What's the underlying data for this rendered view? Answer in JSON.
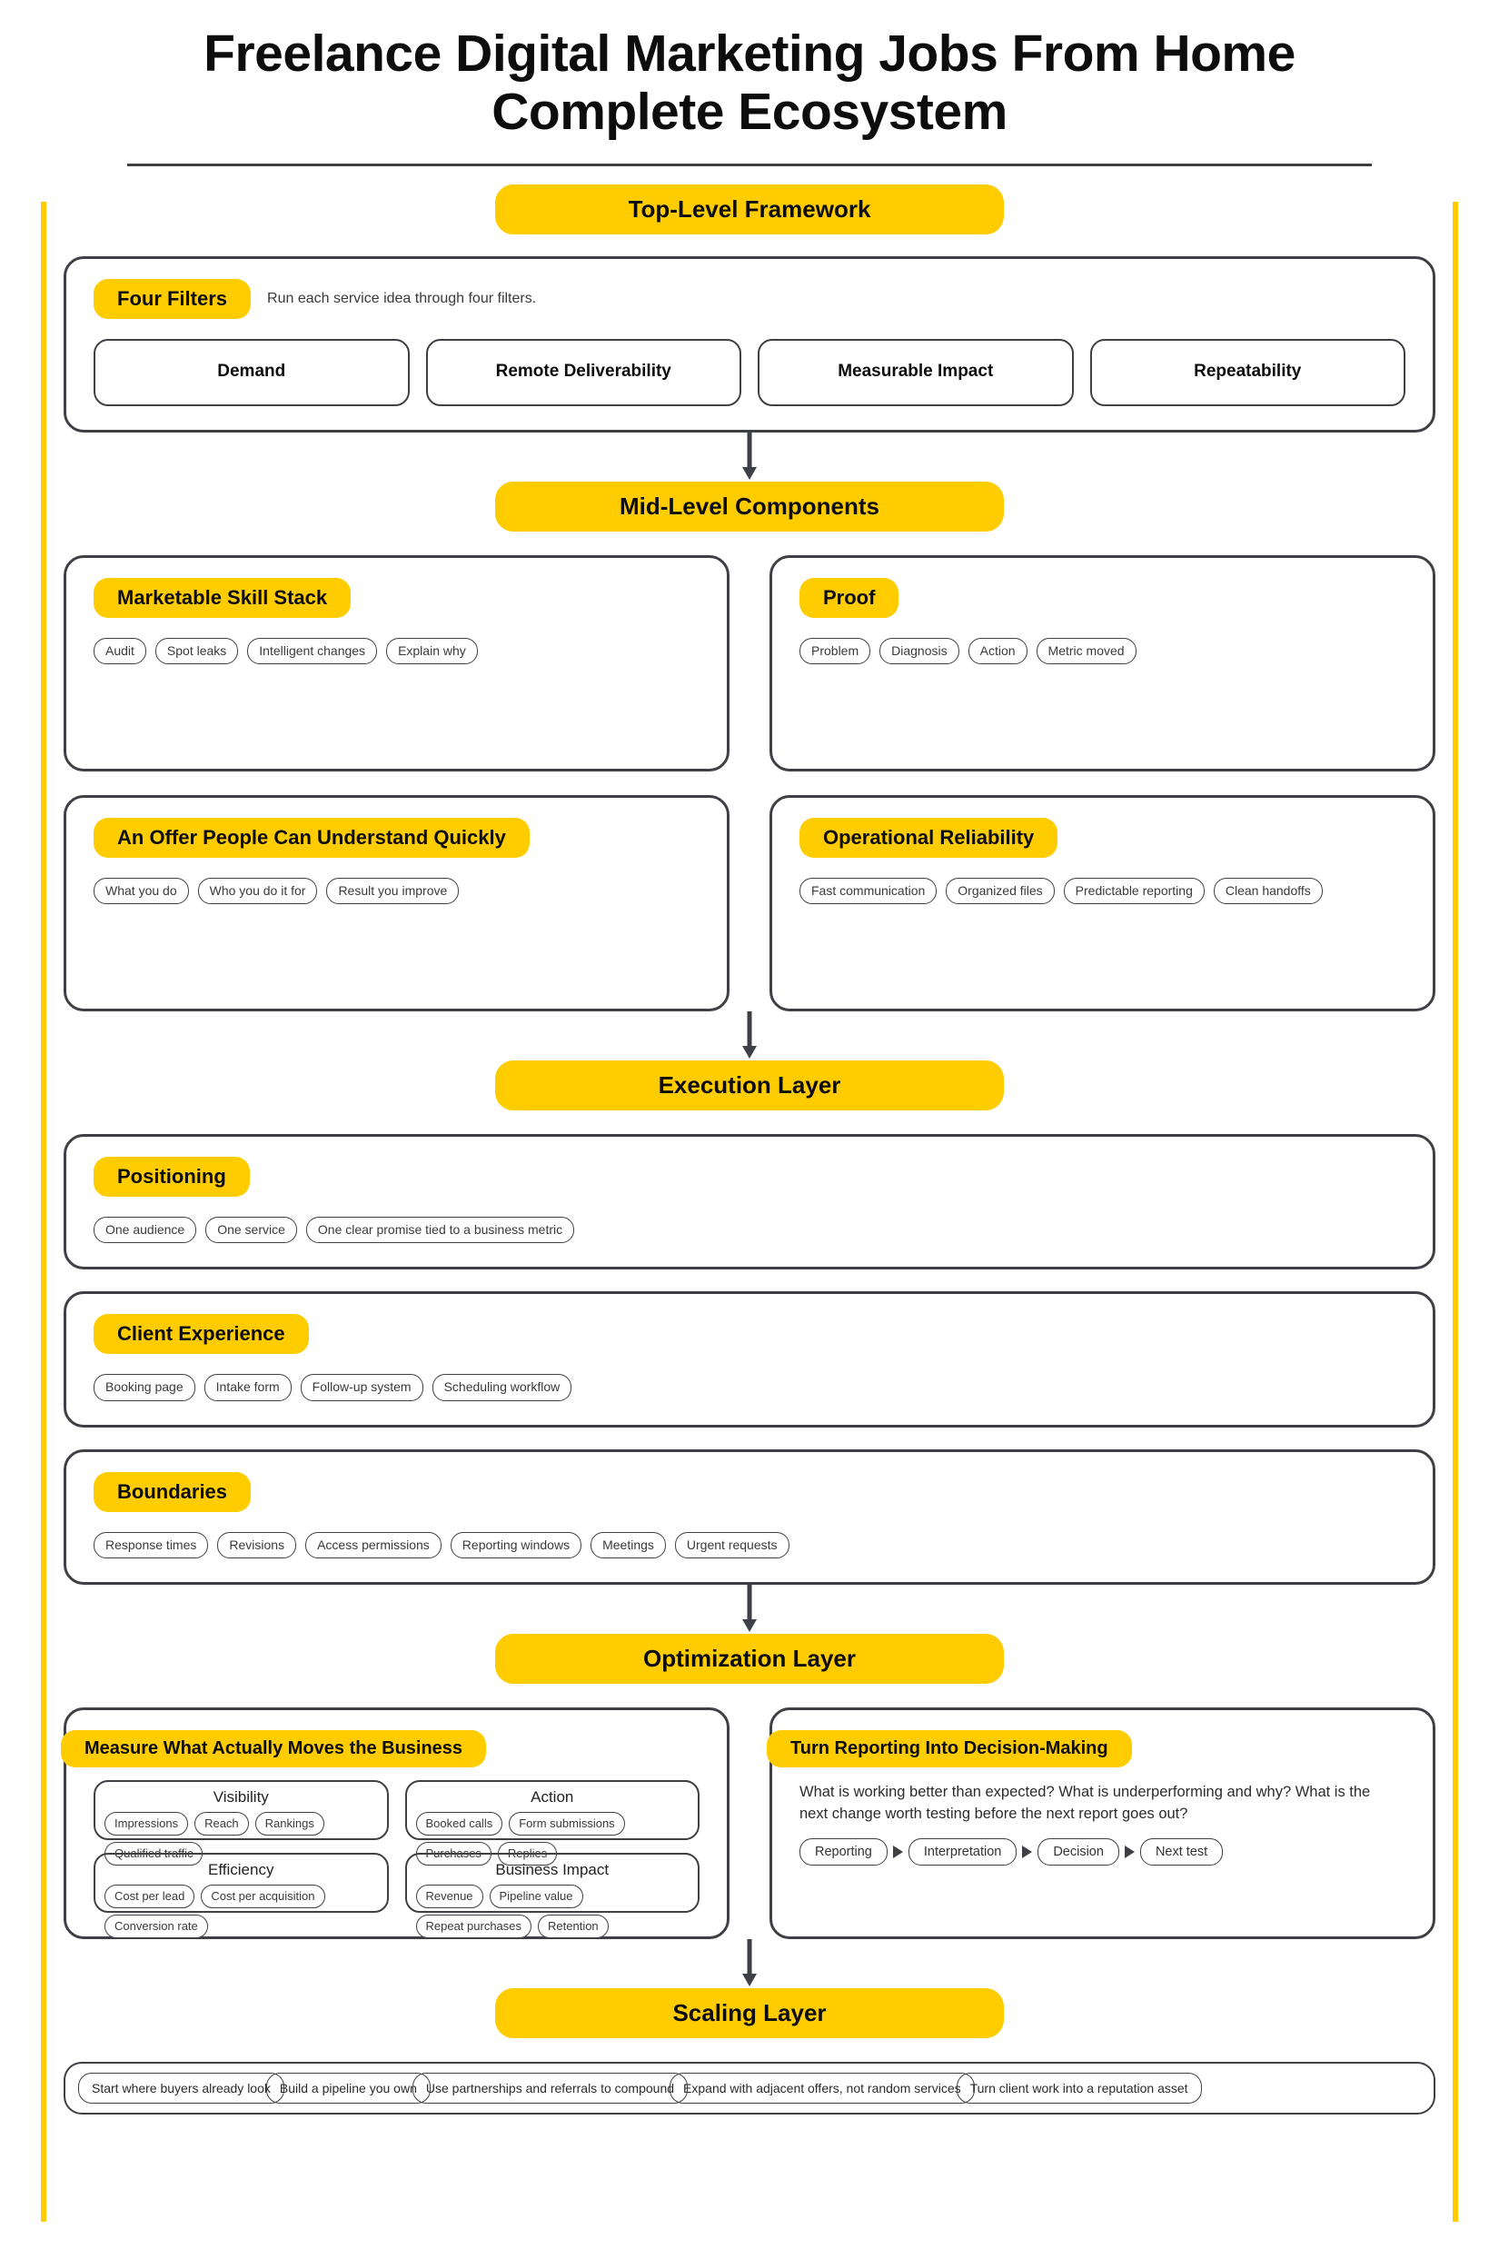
{
  "header": {
    "title_line1": "Freelance Digital Marketing Jobs From Home",
    "title_line2": "Complete Ecosystem"
  },
  "theme": {
    "accent": "#ffcc00",
    "outline": "#3f3f46",
    "text": "#1a1a1a",
    "background": "#ffffff"
  },
  "sections": {
    "top_level": {
      "banner": "Top-Level Framework",
      "four_filters": {
        "title": "Four Filters",
        "note": "Run each service idea through four filters.",
        "filters": [
          "Demand",
          "Remote Deliverability",
          "Measurable Impact",
          "Repeatability"
        ]
      }
    },
    "mid_level": {
      "banner": "Mid-Level Components",
      "cards": [
        {
          "title": "Marketable Skill Stack",
          "chips": [
            "Audit",
            "Spot leaks",
            "Intelligent changes",
            "Explain why"
          ]
        },
        {
          "title": "Proof",
          "chips": [
            "Problem",
            "Diagnosis",
            "Action",
            "Metric moved"
          ]
        },
        {
          "title": "An Offer People Can Understand Quickly",
          "chips": [
            "What you do",
            "Who you do it for",
            "Result you improve"
          ]
        },
        {
          "title": "Operational Reliability",
          "chips": [
            "Fast communication",
            "Organized files",
            "Predictable reporting",
            "Clean handoffs"
          ]
        }
      ]
    },
    "execution": {
      "banner": "Execution Layer",
      "cards": [
        {
          "title": "Positioning",
          "chips": [
            "One audience",
            "One service",
            "One clear promise tied to a business metric"
          ]
        },
        {
          "title": "Client Experience",
          "chips": [
            "Booking page",
            "Intake form",
            "Follow-up system",
            "Scheduling workflow"
          ]
        },
        {
          "title": "Boundaries",
          "chips": [
            "Response times",
            "Revisions",
            "Access permissions",
            "Reporting windows",
            "Meetings",
            "Urgent requests"
          ]
        }
      ]
    },
    "optimization": {
      "banner": "Optimization Layer",
      "measure": {
        "title": "Measure What Actually Moves the Business",
        "groups": [
          {
            "label": "Visibility",
            "chips": [
              "Impressions",
              "Reach",
              "Rankings",
              "Qualified traffic"
            ]
          },
          {
            "label": "Action",
            "chips": [
              "Booked calls",
              "Form submissions",
              "Purchases",
              "Replies"
            ]
          },
          {
            "label": "Efficiency",
            "chips": [
              "Cost per lead",
              "Cost per acquisition",
              "Conversion rate"
            ]
          },
          {
            "label": "Business Impact",
            "chips": [
              "Revenue",
              "Pipeline value",
              "Repeat purchases",
              "Retention"
            ]
          }
        ]
      },
      "decision": {
        "title": "Turn Reporting Into Decision-Making",
        "body": "What is working better than expected? What is underperforming and why? What is the next change worth testing before the next report goes out?",
        "flow": [
          "Reporting",
          "Interpretation",
          "Decision",
          "Next test"
        ]
      }
    },
    "scaling": {
      "banner": "Scaling Layer",
      "chips": [
        "Start where buyers already look",
        "Build a pipeline you own",
        "Use partnerships and referrals to compound",
        "Expand with adjacent offers, not random services",
        "Turn client work into a reputation asset"
      ]
    }
  }
}
